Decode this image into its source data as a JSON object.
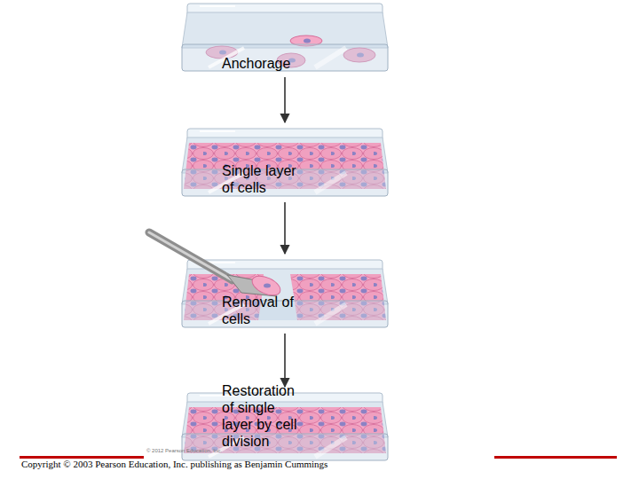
{
  "diagram": {
    "nodes": [
      {
        "text": [
          "Anchorage"
        ]
      },
      {
        "text": [
          "Single layer of cells"
        ]
      },
      {
        "text": [
          "Removal of cells"
        ]
      },
      {
        "text": [
          "Restoration of single layer by cell division"
        ]
      }
    ],
    "edges": [
      {
        "from": 0,
        "to": 1,
        "arrow": "to"
      },
      {
        "from": 1,
        "to": 2,
        "arrow": "to"
      },
      {
        "from": 2,
        "to": 3,
        "arrow": "to"
      }
    ],
    "labels": [
      "© 2012 Pearson Education, Inc.",
      "Copyright © 2003 Pearson Education, Inc. publishing as Benjamin Cummings"
    ]
  }
}
